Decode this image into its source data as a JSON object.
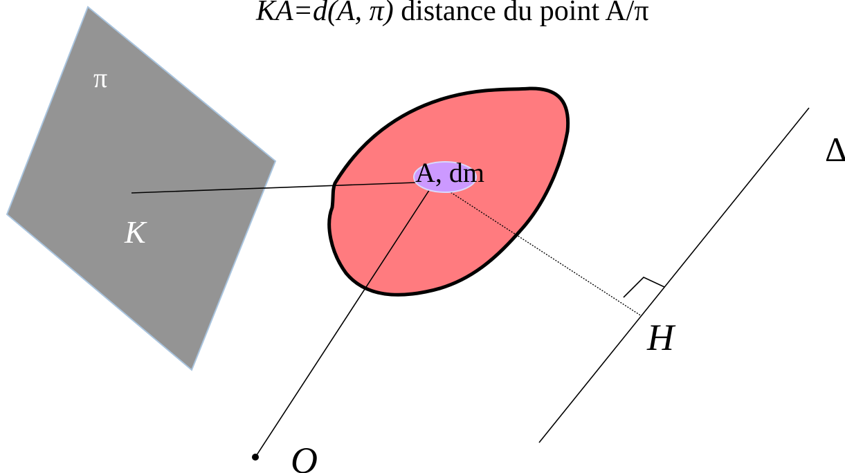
{
  "title": {
    "formula": "KA=d(A, π)",
    "text": " distance du point A/π"
  },
  "labels": {
    "plane": "π",
    "plane_point": "K",
    "element": "A, dm",
    "line": "Δ",
    "foot": "H",
    "origin": "O"
  },
  "colors": {
    "plane_fill": "#949494",
    "plane_edge": "#a9c4de",
    "body_fill": "#ff7b7f",
    "body_edge": "#000000",
    "element_fill": "#cc99ff",
    "element_edge": "#d9d9ff",
    "line": "#000000"
  }
}
